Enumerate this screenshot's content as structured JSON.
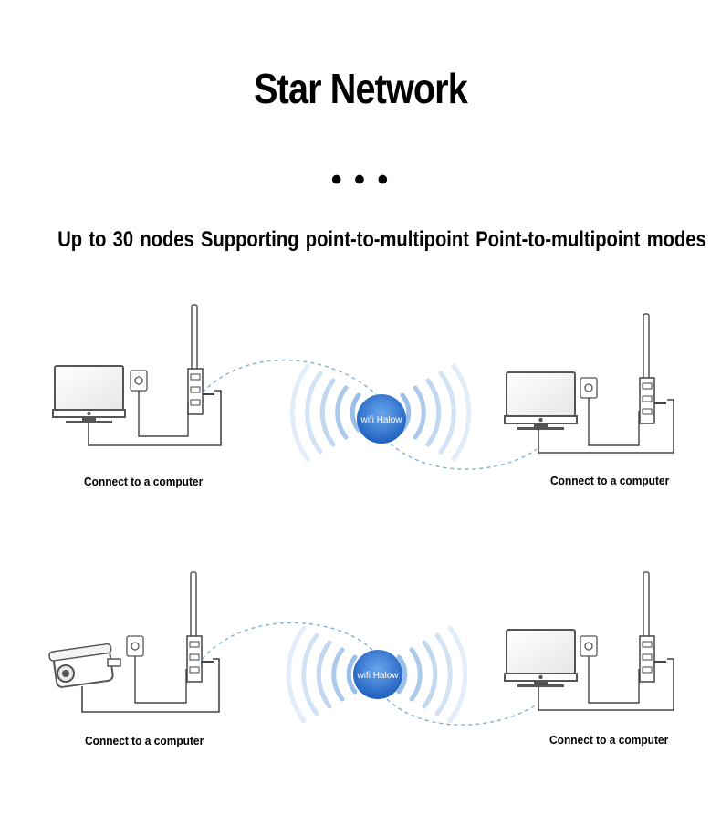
{
  "title": "Star Network",
  "dots": "• • •",
  "subtitle": "Up to 30 nodes  Supporting point-to-multipoint  Point-to-multipoint modes",
  "colors": {
    "wave": "#8fb8e6",
    "hub": "#3a7fd6",
    "link": "#7fb0d8",
    "device": "#555555"
  },
  "rows": [
    {
      "hub_label": "wifi Halow",
      "left": {
        "device": "computer-monitor",
        "caption": "Connect to a computer"
      },
      "right": {
        "device": "computer-monitor",
        "caption": "Connect to a computer"
      }
    },
    {
      "hub_label": "wifi Halow",
      "left": {
        "device": "security-camera",
        "caption": "Connect to a computer"
      },
      "right": {
        "device": "computer-monitor",
        "caption": "Connect to a computer"
      }
    }
  ]
}
